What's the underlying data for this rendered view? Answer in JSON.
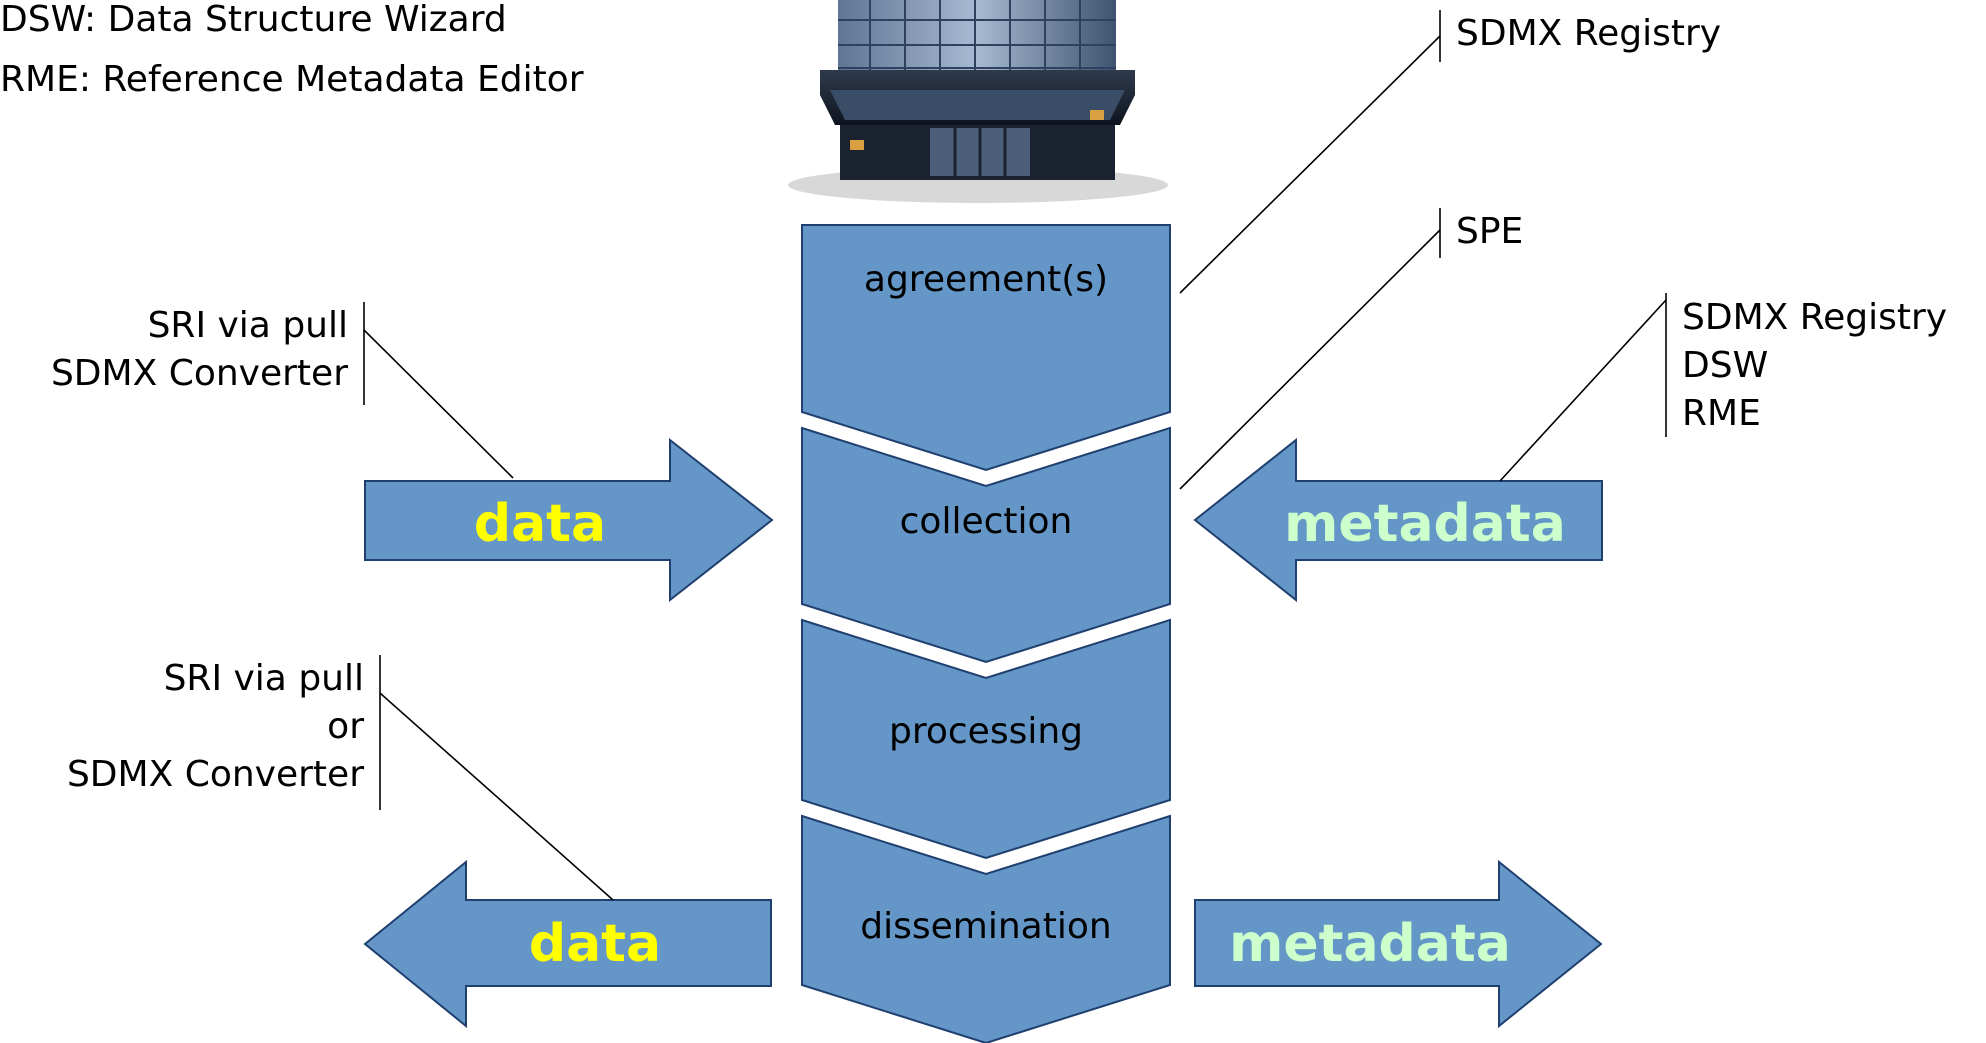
{
  "legend": {
    "line1": "DSW: Data Structure Wizard",
    "line2": "RME: Reference Metadata Editor"
  },
  "process_stages": [
    "agreement(s)",
    "collection",
    "processing",
    "dissemination"
  ],
  "arrows": {
    "collection_in_data": "data",
    "collection_in_metadata": "metadata",
    "dissemination_out_data": "data",
    "dissemination_out_metadata": "metadata"
  },
  "tools": {
    "agreement": [
      "SDMX Registry"
    ],
    "collection": [
      "SPE"
    ],
    "collection_metadata": [
      "SDMX Registry",
      "DSW",
      "RME"
    ],
    "collection_data": [
      "SRI via pull",
      "SDMX Converter"
    ],
    "dissemination_data": [
      "SRI via pull",
      "or",
      "SDMX Converter"
    ]
  },
  "colors": {
    "stage_fill": "#6496c8",
    "stage_stroke": "#1f3f6f",
    "data_label": "#ffff00",
    "metadata_label": "#ccffcc"
  },
  "icons": {
    "building": "office-building-icon"
  }
}
